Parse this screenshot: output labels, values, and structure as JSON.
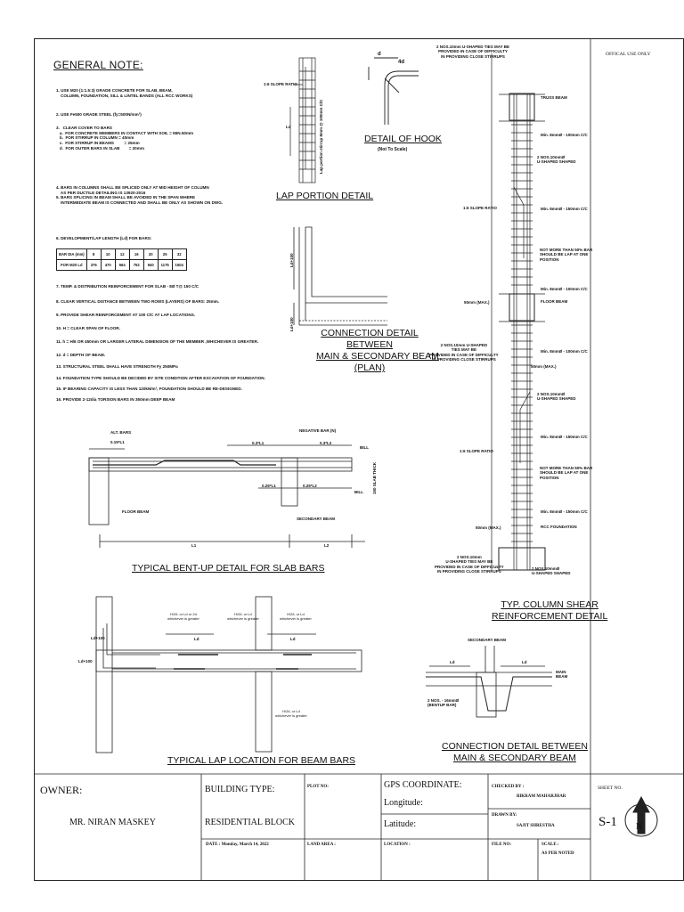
{
  "official_use": "OFFICAL USE ONLY",
  "general_note": {
    "title": "GENERAL NOTE:",
    "items": [
      "1. USE M20 (1:1.5:3) GRADE CONCRETE FOR SLAB, BEAM,\n    COLUMN, FOUNDATION, SILL & LINTEL BANDS (ALL RCC WORKS)",
      "2. USE Fe500 GRADE STEEL (fy=500N/mm²)",
      "3.   CLEAR COVER TO BARS\n   a.  FOR CONCRETE MEMBERS IN CONTACT WITH SOIL = MIN.50mm\n   b.  FOR STIRRUP IN COLUMN = 40mm\n   c.  FOR STIRRUP IN BEAMS         = 25mm\n   d.  FOR OUTER BARS IN SLAB        = 20mm",
      "4. BARS IN COLUMNS SHALL BE SPLICED ONLY AT MID HEIGHT OF COLUMN\n    AS PER DUCTILE DETAILING IS 13920-2016\n5. BARS SPLICING IN BEAM SHALL BE AVOIDED IN THE SPAN WHERE\n    INTERMEDIATE BEAM IS CONNECTED AND SHALL BE ONLY AS SHOWN ON DWG.",
      "6. DEVELOPMENT/LAP LENGTH (Ld) FOR BARS:",
      "7. TEMP. & DISTRIBUTION REINFORCEMENT FOR SLAB - 8Ø T@ 150 C/C",
      "8. CLEAR VERTICAL DISTANCE BETWEEN TWO ROWS (LAYERS) OF BARS: 25mm.",
      "9. PROVIDE SHEAR REINFORCEMENT AT 100 C/C AT LAP LOCATIONS.",
      "10. H = CLEAR SPAN OF FLOOR.",
      "11. h = H/6 OR 450mm OR LARGER LATERAL DIMENSION OF THE MEMBER ,WHICHEVER IS GREATER.",
      "12. d = DEPTH OF BEAM.",
      "13. STRUCTURAL STEEL SHALL HAVE STRENGTH Fy 250MPa",
      "14. FOUNDATION TYPE SHOULD BE DECIDED BY SITE CONDITION AFTER EXCAVATION OF FOUNDATION.",
      "15. IF BEARING CAPACITY IS LESS THAN 120kN/m², FOUNDATION SHOULD BE RE-DESIGNED.",
      "16. PROVIDE 2-12dia TORSION BARS IN 350mm DEEP BEAM"
    ],
    "dev_table": {
      "row1": [
        "BAR DIA (mm)",
        "8",
        "10",
        "12",
        "16",
        "20",
        "25",
        "32"
      ],
      "row2": [
        "FOR M20 Ld",
        "376",
        "470",
        "564",
        "752",
        "940",
        "1175",
        "1504"
      ]
    }
  },
  "lap_portion": {
    "caption": "LAP PORTION DETAIL",
    "slope_label": "1:6 SLOPE RATIO",
    "ld_label": "Ld",
    "spacing_label": "Lap portion stirrup 8mm @ 100mm C/C"
  },
  "hook": {
    "caption": "DETAIL OF HOOK",
    "sub": "(Not To Scale)",
    "d1": "d",
    "d2": "4d"
  },
  "connection_plan": {
    "caption": "CONNECTION DETAIL\nBETWEEN\nMAIN & SECONDARY BEAM\n(PLAN)",
    "ld1": "Ld+100",
    "ld2": "Ld+100"
  },
  "column_detail": {
    "caption": "TYP. COLUMN SHEAR\nREINFORCEMENT DETAIL",
    "top_note": "2 NOS.10mm U-SHAPED TIES MAY BE\nPROVIDED IN CASE OF DIFFICULTY\nIN PROVIDING CLOSE STIRRUPS",
    "labels": [
      "TRUSS BEAM",
      "Min. 8mmØ - 100mm C/C",
      "2 NOS.10mmØ\nU-SHAPED SHAPED",
      "Min. 8mmØ - 150mm C/C",
      "NOT MORE THAN 50% BAR\nSHOULD BE LAP AT ONE\nPOSITION",
      "Min. 8mmØ - 100mm C/C",
      "FLOOR BEAM",
      "Min. 8mmØ - 100mm C/C",
      "2 NOS.10mmØ\nU-SHAPED SHAPED",
      "Min. 8mmØ - 150mm C/C",
      "NOT MORE THAN 50% BAR\nSHOULD BE LAP AT ONE\nPOSITION",
      "Min. 8mmØ - 150mm C/C",
      "RCC FOUNDATION",
      "2 NOS.10mmØ\nU-SHAPED SHAPED"
    ],
    "left_labels": [
      "1:6 SLOPE RATIO",
      "50mm (MAX.)",
      "2 NOS.10mm U-SHAPED\nTIES MAY BE\nPROVIDED IN CASE OF DIFFICULTY\nIN PROVIDING CLOSE STIRRUPS",
      "1:6 SLOPE RATIO",
      "50mm (MAX.)",
      "2 NOS.10mm\nU-SHAPED TIES MAY BE\nPROVIDED IN CASE OF DIFFICULTY\nIN PROVIDING CLOSE STIRRUPS"
    ],
    "mid_label": "50mm (MAX.)"
  },
  "bent_up": {
    "caption": "TYPICAL BENT-UP DETAIL FOR SLAB BARS",
    "alt_bars": "ALT. BARS",
    "neg_bar": "NEGATIVE BAR (N)",
    "r1": "0.15*L1",
    "r2": "0.3*L1",
    "r3": "0.3*L2",
    "r4": "0.25*L1",
    "r5": "0.25*L2",
    "bill": "BILL",
    "floor_beam": "FLOOR BEAM",
    "sec_beam": "SECONDARY BEAM",
    "thick": "150 SLAB THICK",
    "l1": "L1",
    "l2": "L2"
  },
  "lap_location": {
    "caption": "TYPICAL LAP LOCATION FOR BEAM BARS",
    "n1": "H/2/L or Ld or 2d\nwhichever is greater",
    "n2": "H/2/L or Ld\nwhichever is greater",
    "n3": "H/2/L or Ld\nwhichever is greater",
    "n4": "H/2/L or Ld\nwhichever is greater",
    "ld": "Ld",
    "ld100a": "Ld+100",
    "ld100b": "Ld+100"
  },
  "connection_between": {
    "caption": "CONNECTION DETAIL BETWEEN\nMAIN & SECONDARY BEAM",
    "secondary": "SECONDARY BEAM",
    "main": "MAIN\nBEAM",
    "bent": "2 NOS. - 16mmØ\n(BENTUP BAR)",
    "ld": "Ld"
  },
  "title_block": {
    "owner_label": "OWNER:",
    "owner_name": "MR. NIRAN MASKEY",
    "building_type_label": "BUILDING TYPE:",
    "building_type": "RESIDENTIAL BLOCK",
    "date": "DATE : Monday, March 14, 2022",
    "plot_no": "PLOT NO:",
    "land_area": "LAND AREA :",
    "gps": "GPS COORDINATE:",
    "longitude": "Longitude:",
    "latitude": "Latitude:",
    "location": "LOCATION :",
    "checked_by_label": "CHECKED BY :",
    "checked_by": "BIKRAM MAHARJHAR",
    "drawn_by_label": "DRAWN BY:",
    "drawn_by": "SAJIT SHRESTHA",
    "file_no": "FILE NO:",
    "scale_label": "SCALE :",
    "scale": "AS PER NOTED",
    "sheet_no_label": "SHEET NO.",
    "sheet_no": "S-1",
    "north": "N"
  }
}
